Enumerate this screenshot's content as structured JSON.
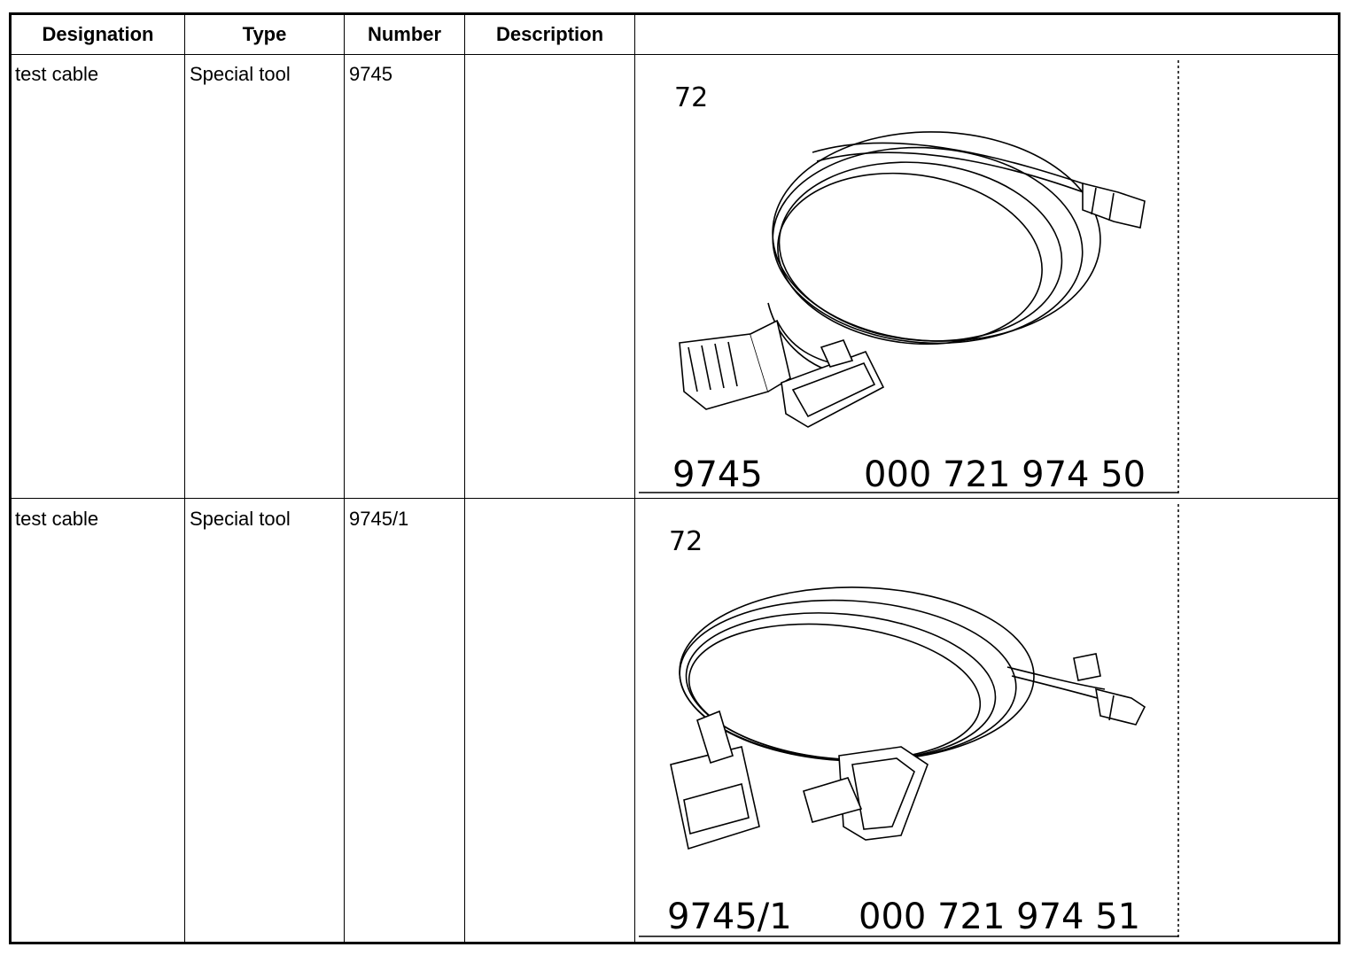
{
  "table": {
    "headers": {
      "designation": "Designation",
      "type": "Type",
      "number": "Number",
      "description": "Description",
      "image": ""
    },
    "rows": [
      {
        "designation": "test cable",
        "type": "Special tool",
        "number": "9745",
        "description": "",
        "figure": {
          "group": "72",
          "tool_no": "9745",
          "part_no": "000 721 974 50",
          "icon": "test-cable-illustration"
        }
      },
      {
        "designation": "test cable",
        "type": "Special tool",
        "number": "9745/1",
        "description": "",
        "figure": {
          "group": "72",
          "tool_no": "9745/1",
          "part_no": "000 721 974 51",
          "icon": "test-cable-illustration"
        }
      }
    ]
  }
}
